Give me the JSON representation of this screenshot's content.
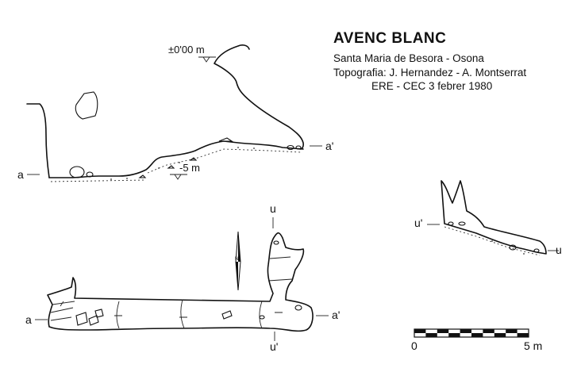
{
  "header": {
    "title": "AVENC BLANC",
    "location": "Santa Maria de Besora - Osona",
    "topography": "Topografia: J. Hernandez - A. Montserrat",
    "credits": "ERE - CEC   3 febrer 1980"
  },
  "profile_section": {
    "datum_label": "±0'00 m",
    "depth_label": "-5 m",
    "left_marker": "a",
    "right_marker": "a'"
  },
  "plan_view": {
    "left_marker": "a",
    "right_marker": "a'",
    "top_marker": "u",
    "bottom_marker": "u'",
    "north_label": "N"
  },
  "cross_section": {
    "left_marker": "u'",
    "right_marker": "u"
  },
  "scale_bar": {
    "start_label": "0",
    "end_label": "5 m",
    "segments": 10
  },
  "colors": {
    "ink": "#111111",
    "paper": "#ffffff"
  }
}
